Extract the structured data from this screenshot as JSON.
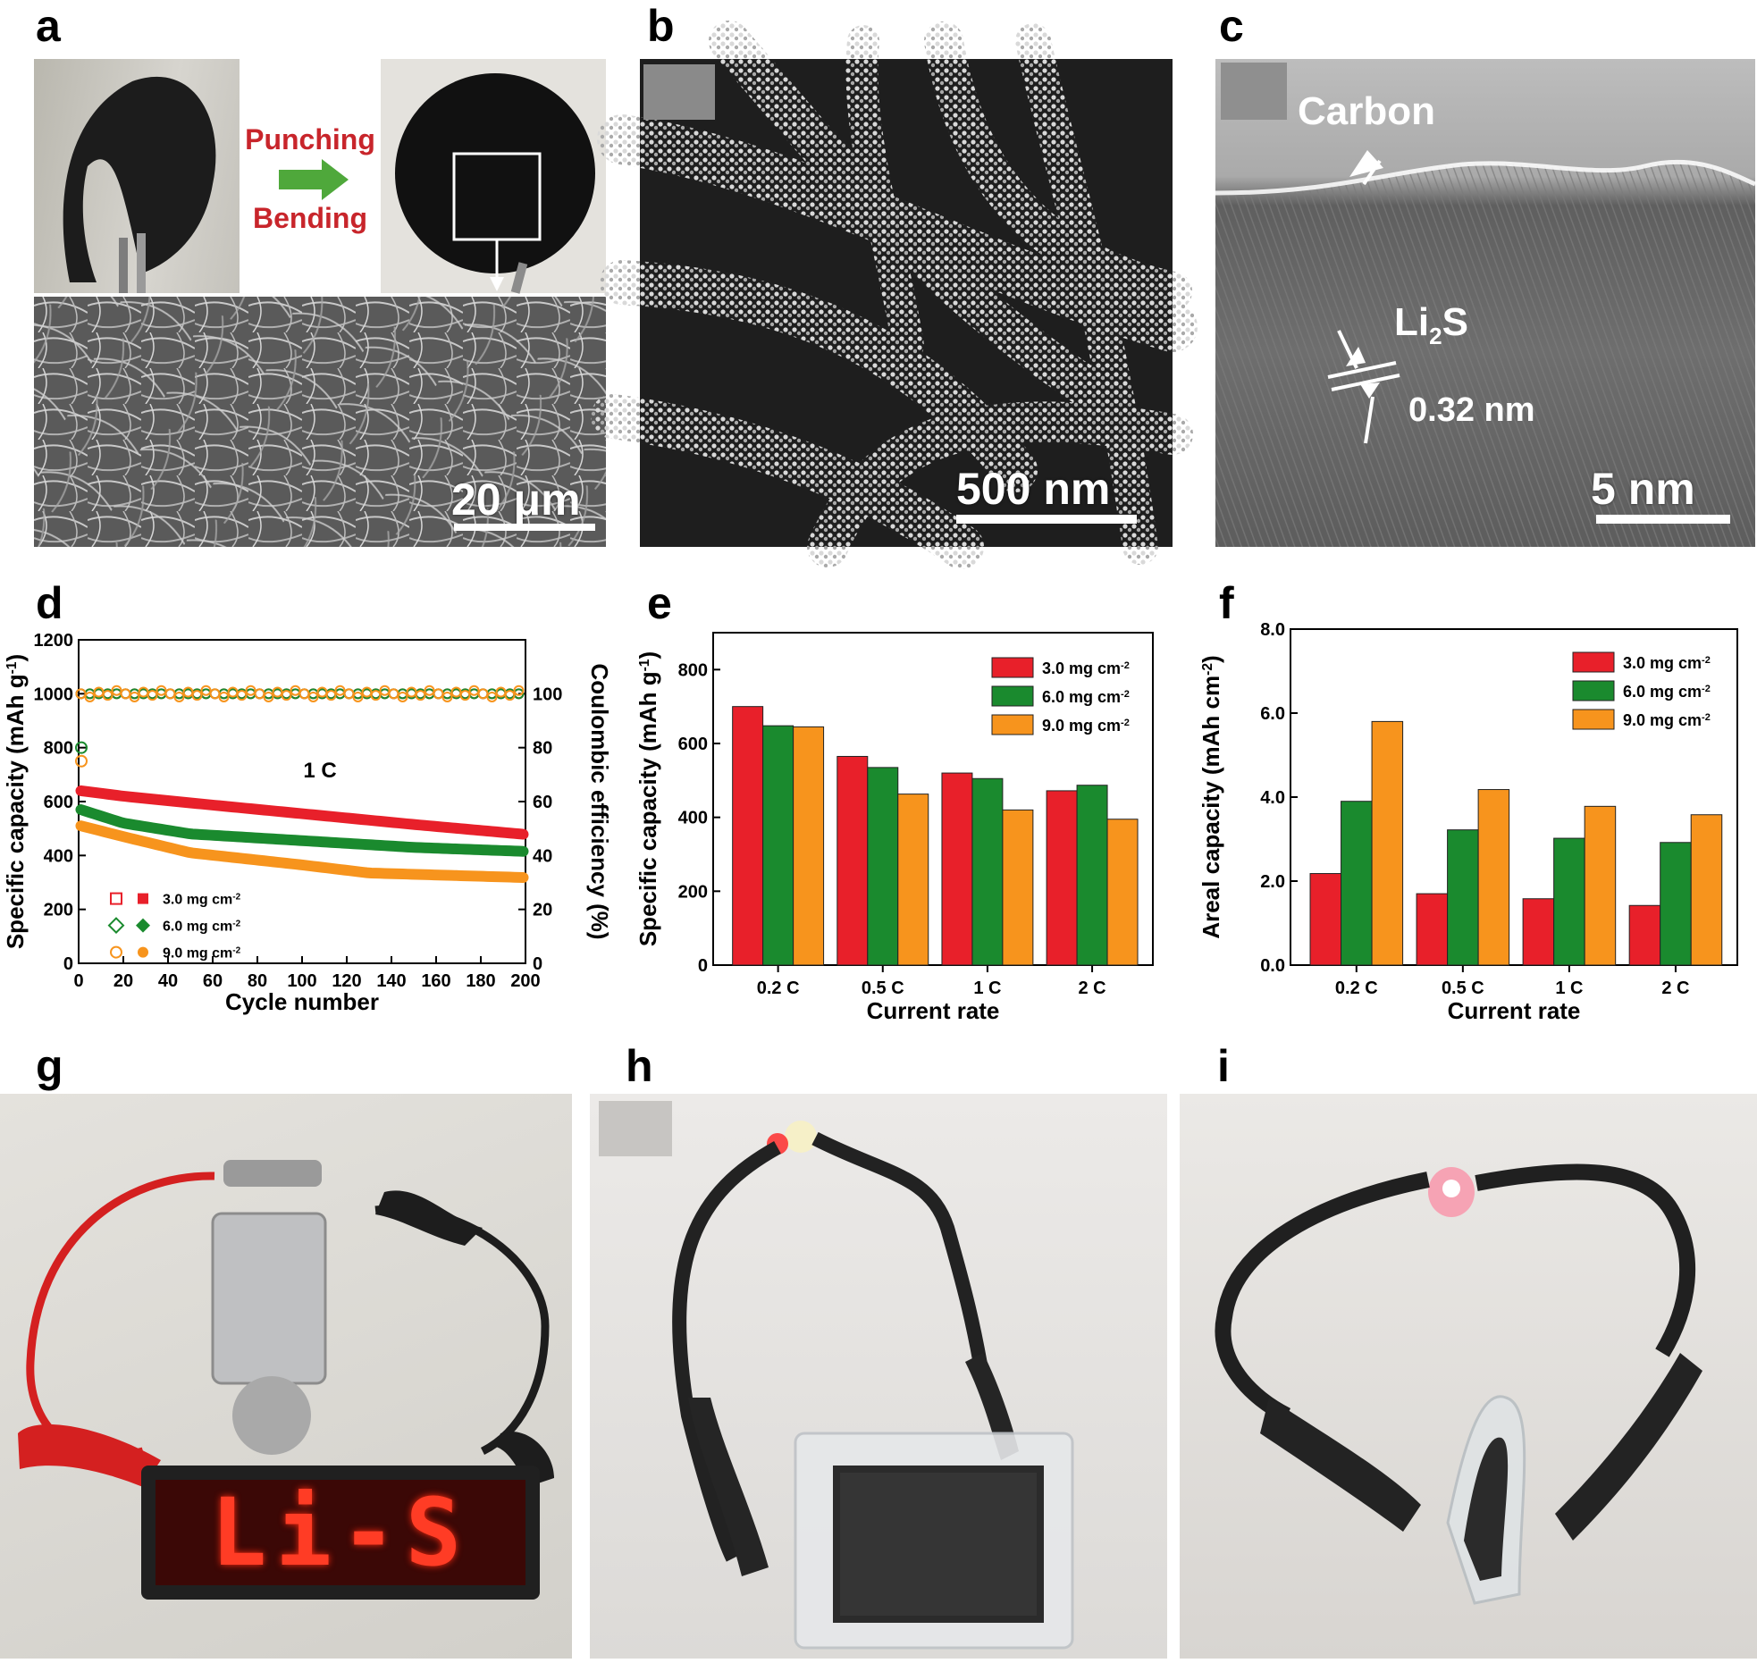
{
  "figure": {
    "panel_labels": [
      "a",
      "b",
      "c",
      "d",
      "e",
      "f",
      "g",
      "h",
      "i"
    ],
    "panel_a": {
      "top_text": "Punching",
      "bottom_text": "Bending",
      "scale_bar": "20 μm"
    },
    "panel_b": {
      "scale_bar": "500 nm"
    },
    "panel_c": {
      "label_carbon": "Carbon",
      "label_li2s_main": "Li",
      "label_li2s_sub": "2",
      "label_li2s_end": "S",
      "lattice": "0.32 nm",
      "scale_bar": "5 nm"
    },
    "panel_g": {
      "display_text": "Li-S"
    }
  },
  "chart_data": [
    {
      "id": "d",
      "type": "scatter",
      "xlabel": "Cycle number",
      "ylabel_main": "Specific capacity (mAh g",
      "ylabel_sup": "-1",
      "ylabel_end": ")",
      "y2label": "Coulombic efficiency (%)",
      "xlim": [
        0,
        200
      ],
      "ylim": [
        0,
        1200
      ],
      "y2lim": [
        0,
        120
      ],
      "xticks": [
        "0",
        "20",
        "40",
        "60",
        "80",
        "100",
        "120",
        "140",
        "160",
        "180",
        "200"
      ],
      "yticks": [
        "0",
        "200",
        "400",
        "600",
        "800",
        "1000",
        "1200"
      ],
      "y2ticks": [
        "0",
        "20",
        "40",
        "60",
        "80",
        "100"
      ],
      "annotation": "1 C",
      "legend": [
        {
          "name": "3.0 mg cm",
          "sup": "-2",
          "color": "#e8202a",
          "marker": "square"
        },
        {
          "name": "6.0 mg cm",
          "sup": "-2",
          "color": "#1a8a2e",
          "marker": "diamond"
        },
        {
          "name": "9.0 mg cm",
          "sup": "-2",
          "color": "#f7941d",
          "marker": "circle"
        }
      ],
      "series": [
        {
          "name": "3.0 mg cm-2",
          "color": "#e8202a",
          "capacity_points": [
            [
              1,
              640
            ],
            [
              20,
              620
            ],
            [
              50,
              595
            ],
            [
              100,
              555
            ],
            [
              150,
              515
            ],
            [
              200,
              478
            ]
          ],
          "efficiency": 100
        },
        {
          "name": "6.0 mg cm-2",
          "color": "#1a8a2e",
          "capacity_points": [
            [
              1,
              570
            ],
            [
              20,
              520
            ],
            [
              50,
              480
            ],
            [
              100,
              455
            ],
            [
              150,
              430
            ],
            [
              200,
              415
            ]
          ],
          "efficiency": 100
        },
        {
          "name": "9.0 mg cm-2",
          "color": "#f7941d",
          "capacity_points": [
            [
              1,
              510
            ],
            [
              20,
              470
            ],
            [
              50,
              410
            ],
            [
              100,
              365
            ],
            [
              130,
              335
            ],
            [
              200,
              318
            ]
          ],
          "efficiency": 100
        }
      ],
      "initial_efficiency_points": [
        {
          "color": "#1a8a2e",
          "x": 0,
          "y": 80
        },
        {
          "color": "#f7941d",
          "x": 0,
          "y": 75
        }
      ]
    },
    {
      "id": "e",
      "type": "bar",
      "xlabel": "Current rate",
      "ylabel_main": "Specific capacity (mAh g",
      "ylabel_sup": "-1",
      "ylabel_end": ")",
      "categories": [
        "0.2 C",
        "0.5 C",
        "1 C",
        "2 C"
      ],
      "ylim": [
        0,
        900
      ],
      "yticks": [
        "0",
        "200",
        "400",
        "600",
        "800"
      ],
      "legend_position": "top-right",
      "series": [
        {
          "name": "3.0 mg cm",
          "sup": "-2",
          "color": "#e8202a",
          "values": [
            700,
            565,
            520,
            472
          ]
        },
        {
          "name": "6.0 mg cm",
          "sup": "-2",
          "color": "#1a8a2e",
          "values": [
            648,
            535,
            505,
            487
          ]
        },
        {
          "name": "9.0 mg cm",
          "sup": "-2",
          "color": "#f7941d",
          "values": [
            645,
            463,
            420,
            395
          ]
        }
      ]
    },
    {
      "id": "f",
      "type": "bar",
      "xlabel": "Current rate",
      "ylabel_main": "Areal capacity (mAh cm",
      "ylabel_sup": "-2",
      "ylabel_end": ")",
      "categories": [
        "0.2 C",
        "0.5 C",
        "1 C",
        "2 C"
      ],
      "ylim": [
        0,
        8
      ],
      "yticks": [
        "0.0",
        "2.0",
        "4.0",
        "6.0",
        "8.0"
      ],
      "legend_position": "top-right",
      "series": [
        {
          "name": "3.0 mg cm",
          "sup": "-2",
          "color": "#e8202a",
          "values": [
            2.18,
            1.7,
            1.58,
            1.42
          ]
        },
        {
          "name": "6.0 mg cm",
          "sup": "-2",
          "color": "#1a8a2e",
          "values": [
            3.9,
            3.22,
            3.02,
            2.92
          ]
        },
        {
          "name": "9.0 mg cm",
          "sup": "-2",
          "color": "#f7941d",
          "values": [
            5.8,
            4.18,
            3.78,
            3.58
          ]
        }
      ]
    }
  ]
}
